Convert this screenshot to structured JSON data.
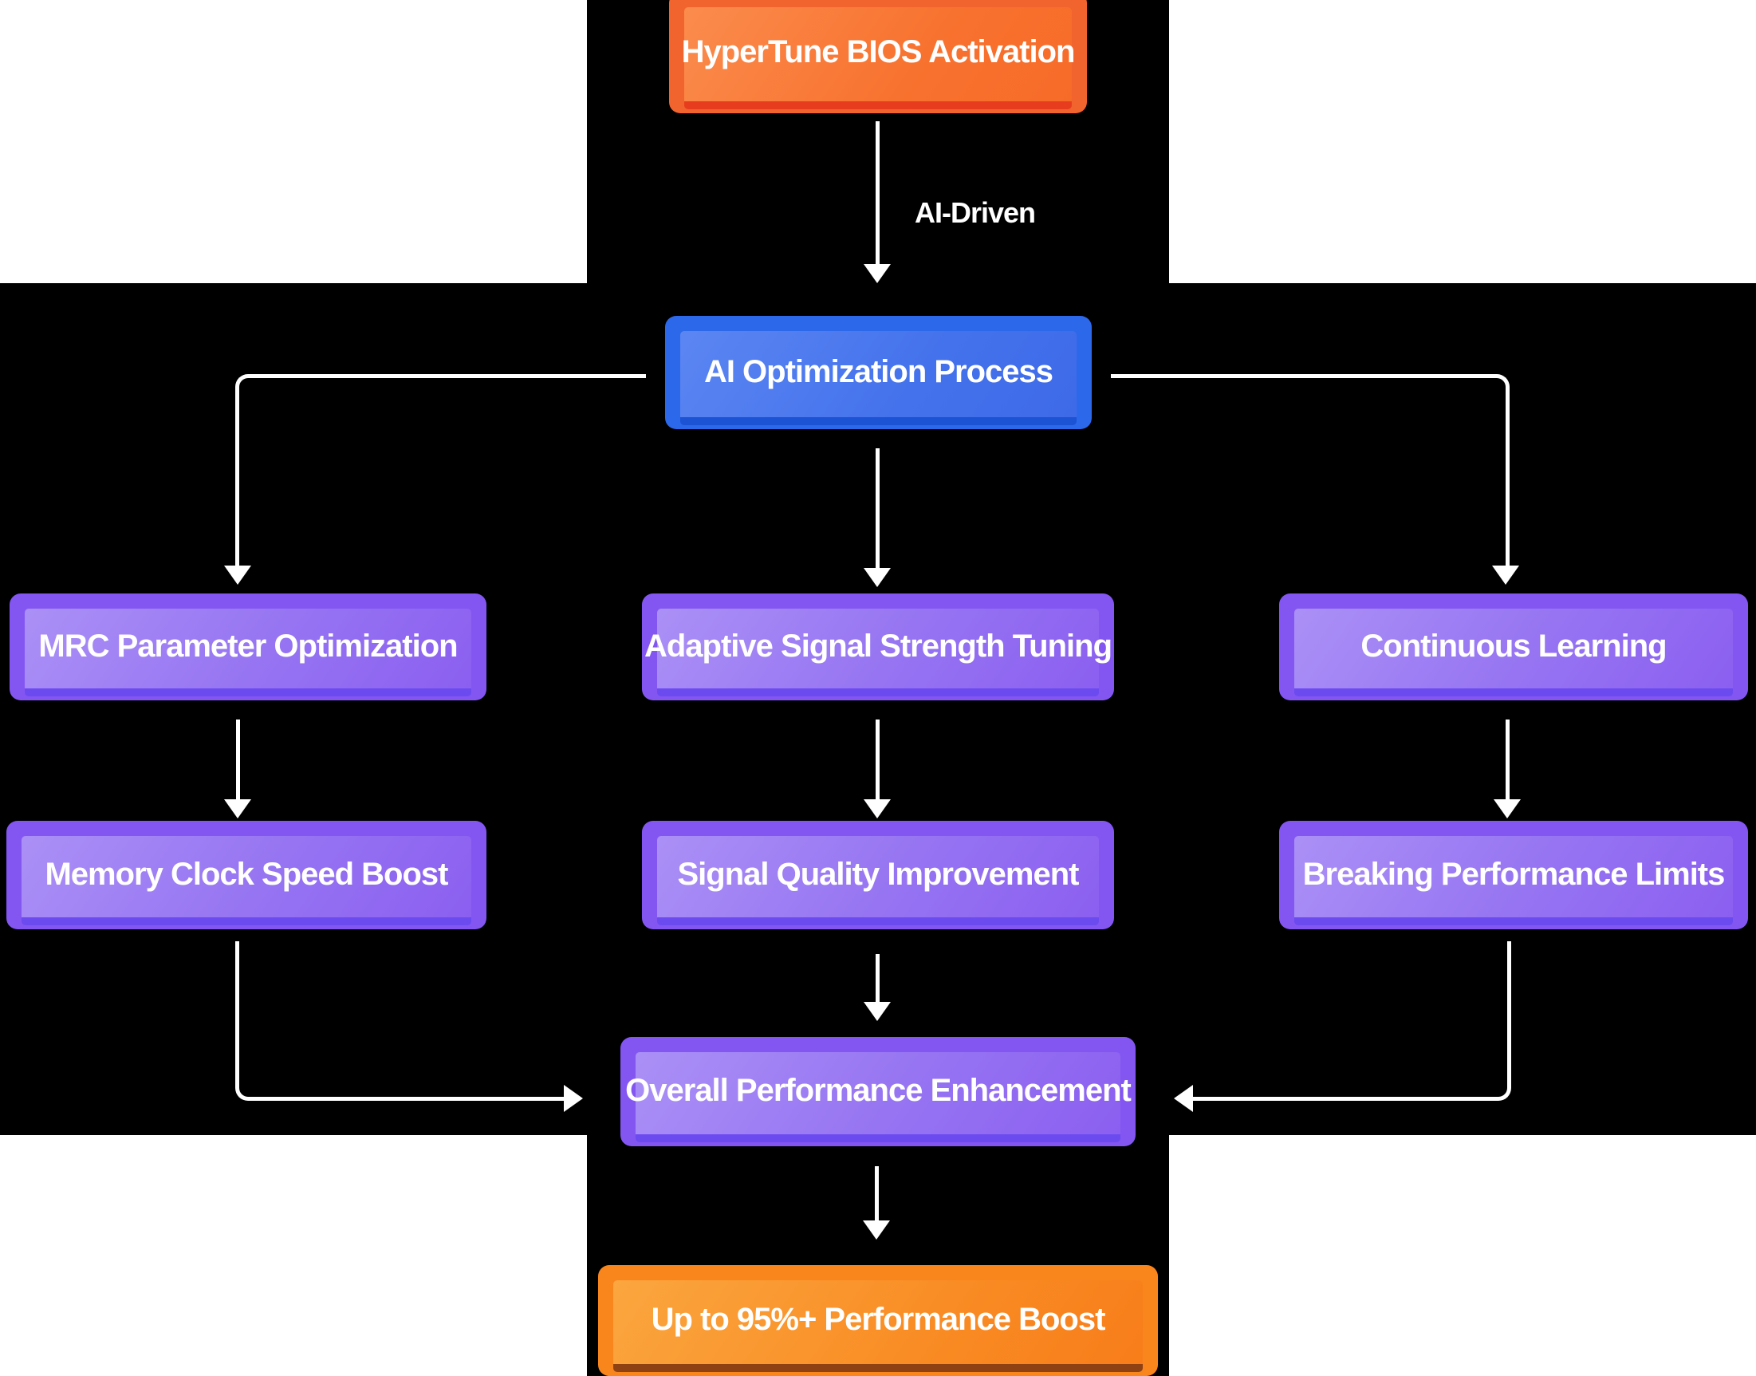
{
  "diagram": {
    "title_hint": "HyperTune AI optimization flowchart",
    "nodes": {
      "bios": {
        "label": "HyperTune BIOS Activation",
        "color_role": "orange"
      },
      "ai": {
        "label": "AI Optimization Process",
        "color_role": "blue"
      },
      "mrc": {
        "label": "MRC Parameter Optimization",
        "color_role": "purple"
      },
      "adaptive": {
        "label": "Adaptive Signal Strength Tuning",
        "color_role": "purple"
      },
      "learning": {
        "label": "Continuous Learning",
        "color_role": "purple"
      },
      "memory": {
        "label": "Memory Clock Speed Boost",
        "color_role": "purple"
      },
      "signal": {
        "label": "Signal Quality Improvement",
        "color_role": "purple"
      },
      "breaking": {
        "label": "Breaking Performance Limits",
        "color_role": "purple"
      },
      "overall": {
        "label": "Overall Performance Enhancement",
        "color_role": "purple"
      },
      "boost": {
        "label": "Up to 95%+ Performance Boost",
        "color_role": "amber"
      }
    },
    "edge_labels": {
      "ai_driven": "AI-Driven"
    },
    "colors": {
      "background_white": "#ffffff",
      "background_black": "#000000",
      "arrow": "#ffffff",
      "orange_border": "#f2642d",
      "orange_strip": "#e73d1e",
      "blue_border": "#2c68ea",
      "blue_strip": "#1c52d4",
      "purple_border": "#8356f2",
      "purple_strip": "#6b4af0",
      "amber_border": "#f9861d",
      "amber_strip": "#8e4113",
      "text": "#ffffff"
    }
  }
}
